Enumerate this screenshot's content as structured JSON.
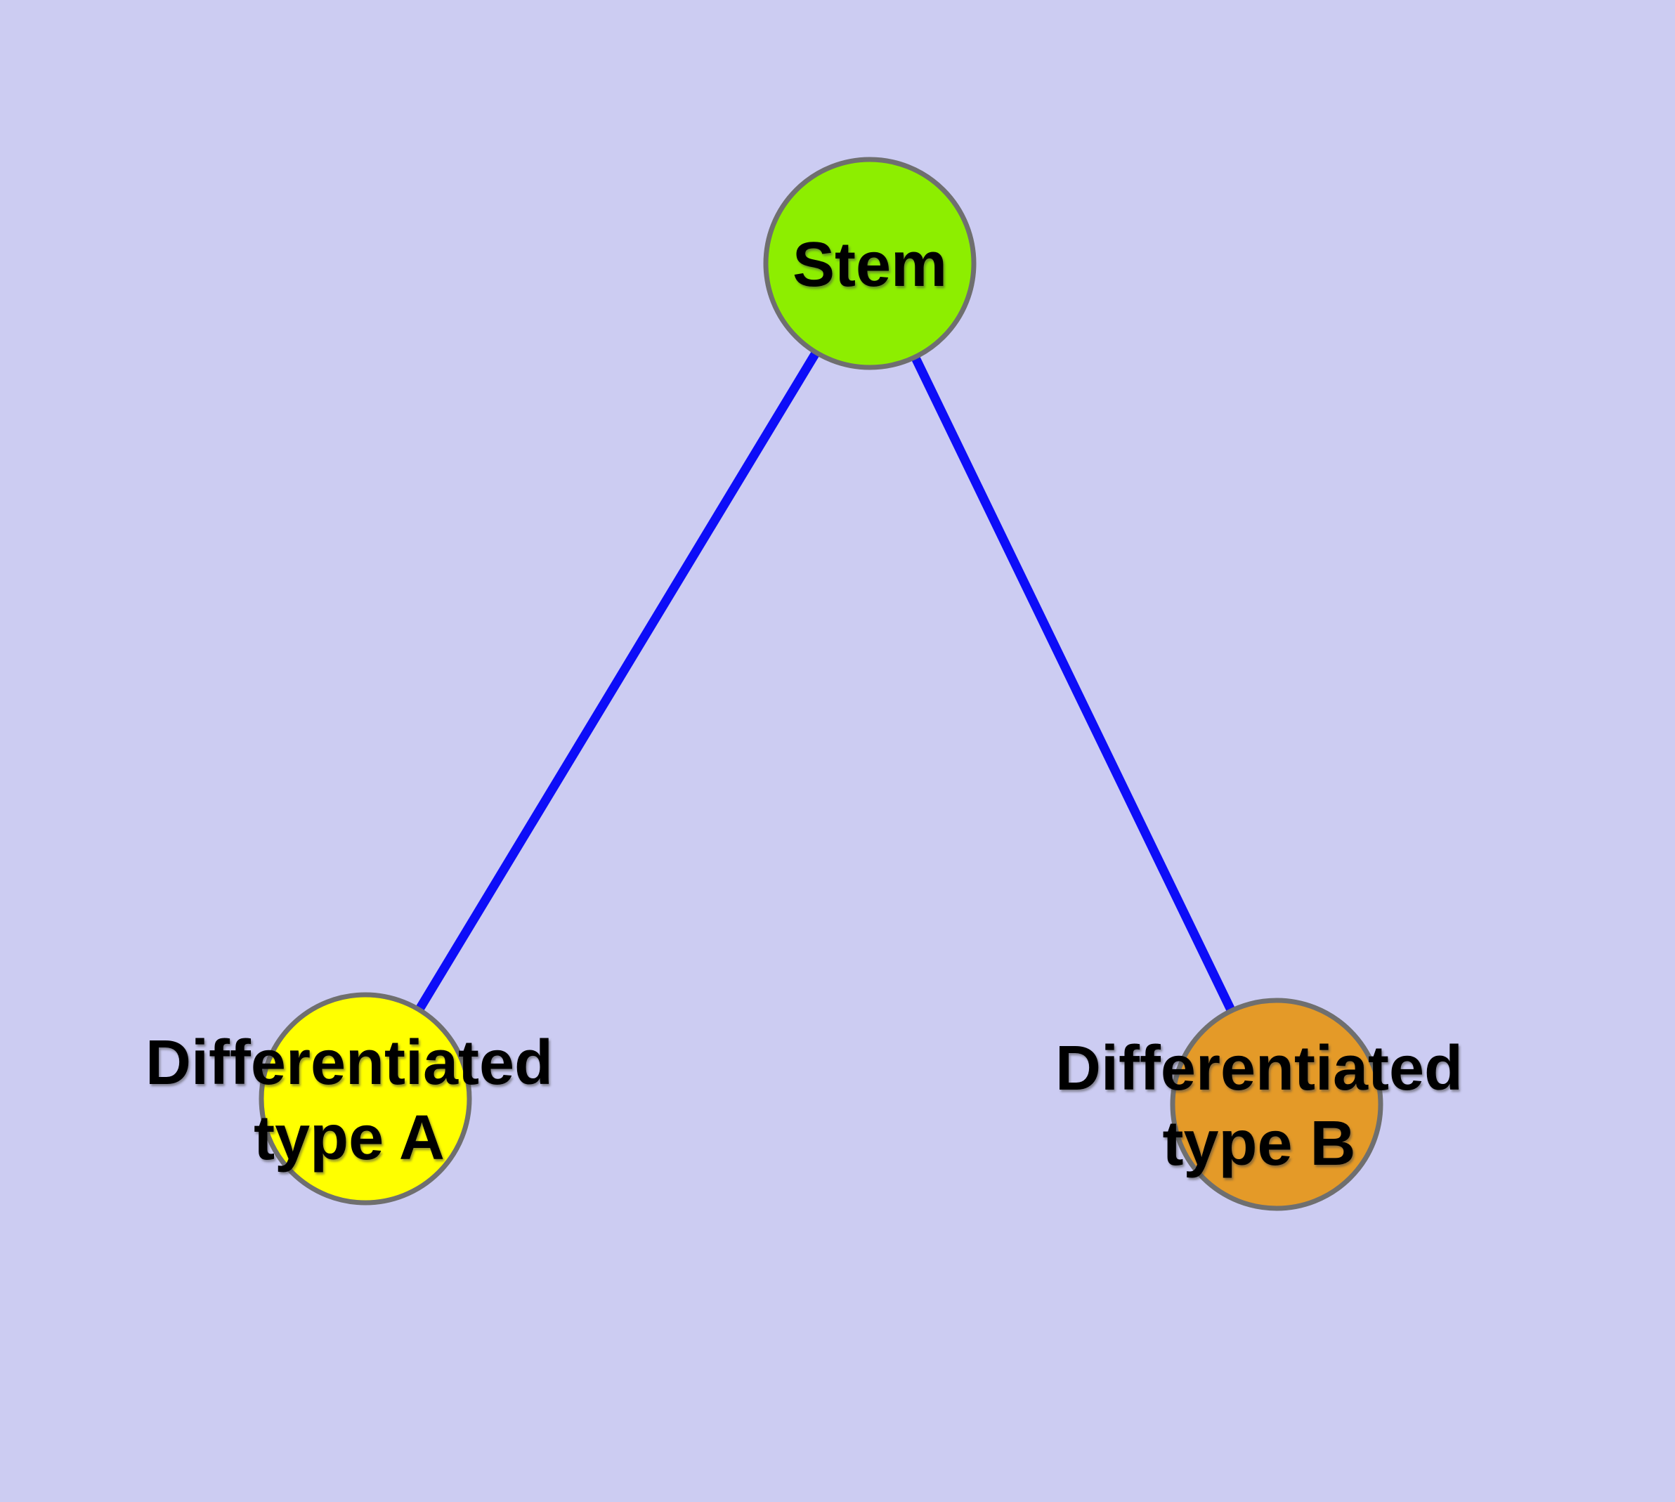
{
  "canvas": {
    "background_color": "#CCCCF2"
  },
  "graph": {
    "type": "node-link-diagram",
    "nodes": [
      {
        "id": "stem",
        "label": "Stem",
        "shape": "circle",
        "fill_color": "#8DEE00",
        "border_color": "#6F6F6F",
        "text_color": "#000000"
      },
      {
        "id": "differentiated-type-a",
        "label": "Differentiated type A",
        "label_lines": [
          "Differentiated",
          "type A"
        ],
        "shape": "circle",
        "fill_color": "#FFFF00",
        "border_color": "#6F6F6F",
        "text_color": "#000000"
      },
      {
        "id": "differentiated-type-b",
        "label": "Differentiated type B",
        "label_lines": [
          "Differentiated",
          "type B"
        ],
        "shape": "circle",
        "fill_color": "#E49A28",
        "border_color": "#6F6F6F",
        "text_color": "#000000"
      }
    ],
    "edges": [
      {
        "from": "stem",
        "to": "differentiated-type-a"
      },
      {
        "from": "stem",
        "to": "differentiated-type-b"
      }
    ],
    "edge_style": {
      "color": "#0D0DF8"
    }
  }
}
